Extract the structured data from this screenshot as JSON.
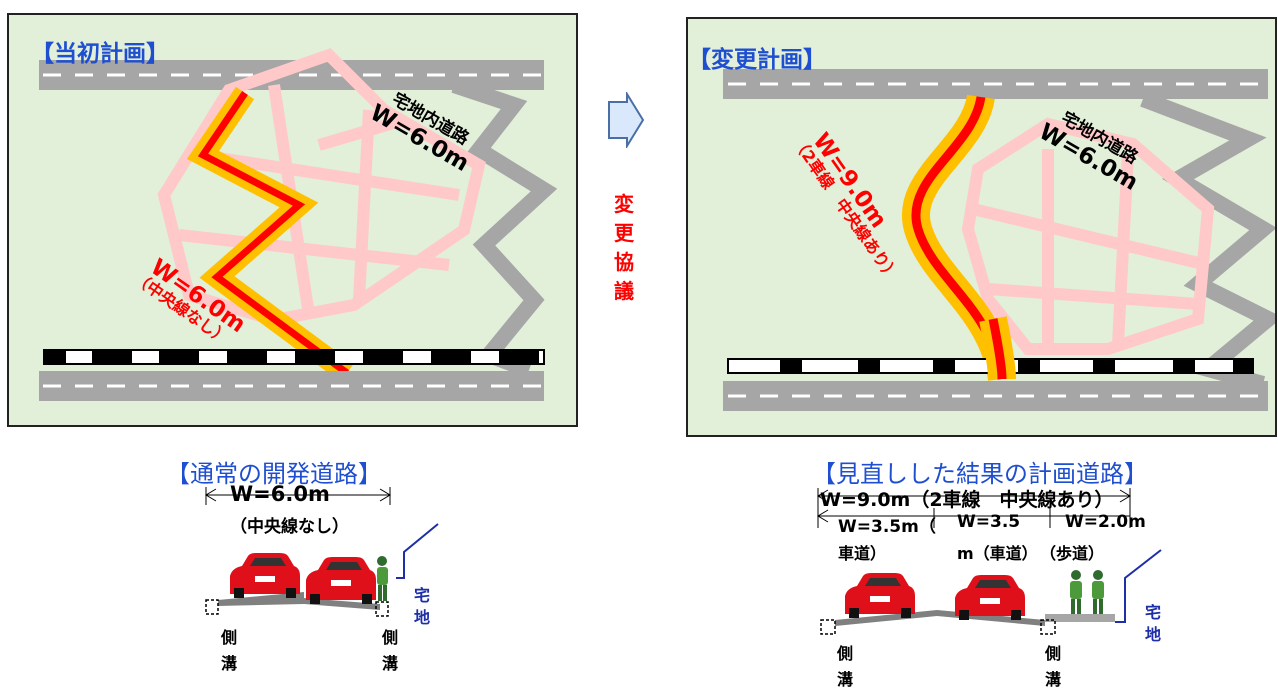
{
  "left_panel": {
    "title": "【当初計画】",
    "inner_road_name": "宅地内道路",
    "inner_road_width": "W=6.0m",
    "main_road_width": "W=6.0m",
    "main_road_note": "（中央線なし）"
  },
  "transition": {
    "label_chars": [
      "変",
      "更",
      "協",
      "議"
    ]
  },
  "right_panel": {
    "title": "【変更計画】",
    "inner_road_name": "宅地内道路",
    "inner_road_width": "W=6.0m",
    "main_road_width": "W=9.0m",
    "main_road_note": "（2車線　中央線あり）"
  },
  "left_section": {
    "title": "【通常の開発道路】",
    "width": "W=6.0m",
    "note": "（中央線なし）",
    "ditch_left": [
      "側",
      "溝"
    ],
    "ditch_right": [
      "側",
      "溝"
    ],
    "house_land": [
      "宅",
      "地"
    ]
  },
  "right_section": {
    "title": "【見直しした結果の計画道路】",
    "width": "W=9.0m（2車線　中央線あり）",
    "lane1_width": "W=3.5m（",
    "lane1_label": "車道）",
    "lane2_width": "W=3.5",
    "lane2_label": "m（車道）",
    "sidewalk_width": "W=2.0m",
    "sidewalk_label": "（歩道）",
    "ditch_left": [
      "側",
      "溝"
    ],
    "ditch_right": [
      "側",
      "溝"
    ],
    "house_land": [
      "宅",
      "地"
    ]
  },
  "colors": {
    "panel_bg": "#e2efd9",
    "road_gray": "#a6a6a6",
    "plan_road_orange": "#ffc000",
    "plan_road_red": "#ff0000",
    "lot_pink": "#ffc9c9",
    "title_blue": "#1f4fd1",
    "house_blue": "#1e2fa8"
  }
}
